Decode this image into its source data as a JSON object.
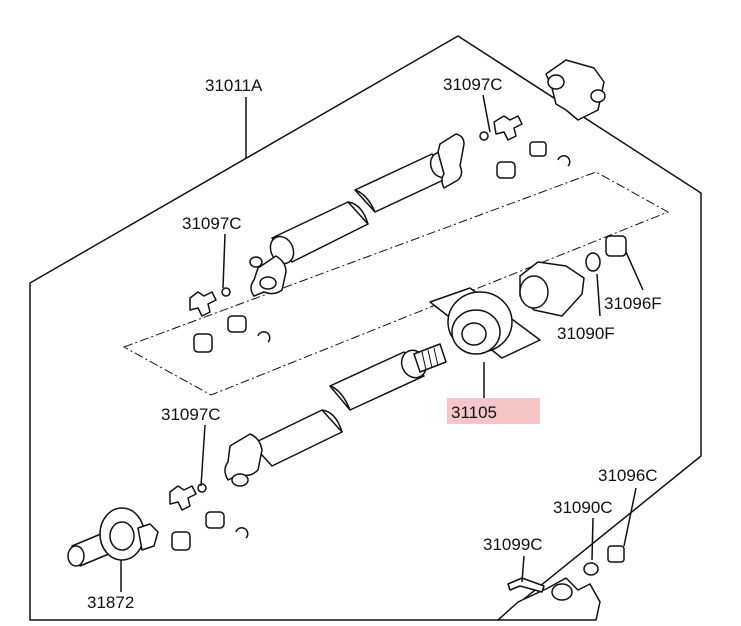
{
  "diagram": {
    "labels": {
      "assembly": "31011A",
      "ujoint_top": "31097C",
      "ujoint_mid": "31097C",
      "ujoint_low": "31097C",
      "center_bearing": "31105",
      "nut_f": "31096F",
      "washer_f": "31090F",
      "nut_c": "31096C",
      "washer_c": "31090C",
      "bolt_c": "31099C",
      "front_yoke": "31872"
    },
    "highlight_color": "#f4c6c8"
  }
}
